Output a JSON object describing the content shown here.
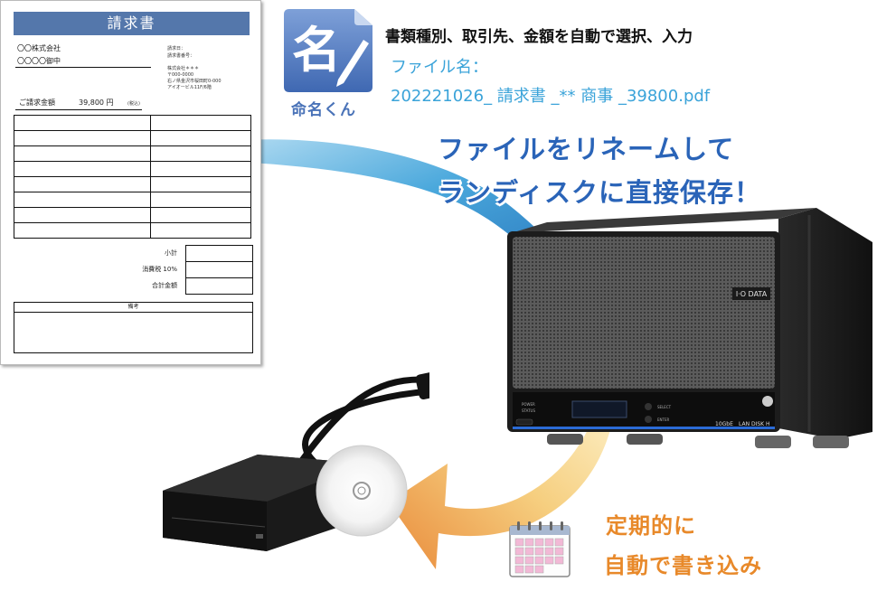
{
  "invoice": {
    "title": "請求書",
    "company": "〇〇株式会社",
    "recipient": "〇〇〇〇御中",
    "meta": [
      "請求日：",
      "請求書番号："
    ],
    "sender": [
      "株式会社＊＊＊",
      "〒000-0000",
      "右ノ県金沢市桜田町0-000",
      "アイオービル11F/6階"
    ],
    "amount_label": "ご請求金額",
    "amount_value": "39,800 円",
    "tax_note": "(税込)",
    "subtotal": "小計",
    "tax": "消費税 10%",
    "total": "合計金額",
    "remarks": "備考"
  },
  "app": {
    "icon_glyph": "名",
    "name": "命名くん"
  },
  "heading": "書類種別、取引先、金額を自動で選択、入力",
  "filename": {
    "label": "ファイル名：",
    "value": "202221026_ 請求書 _** 商事 _39800.pdf"
  },
  "message": {
    "line1": "ファイルをリネームして",
    "line2": "ランディスクに直接保存！"
  },
  "nas": {
    "brand": "I·O DATA",
    "model": "LAN DISK H",
    "speed": "10GbE",
    "labels": [
      "POWER",
      "STATUS",
      "SELECT",
      "ENTER"
    ]
  },
  "schedule": {
    "line1": "定期的に",
    "line2": "自動で書き込み"
  },
  "colors": {
    "invoice_header": "#5477ab",
    "heading_blue": "#2a64b8",
    "filename_blue": "#3aa3d9",
    "schedule_orange": "#e8892a"
  }
}
